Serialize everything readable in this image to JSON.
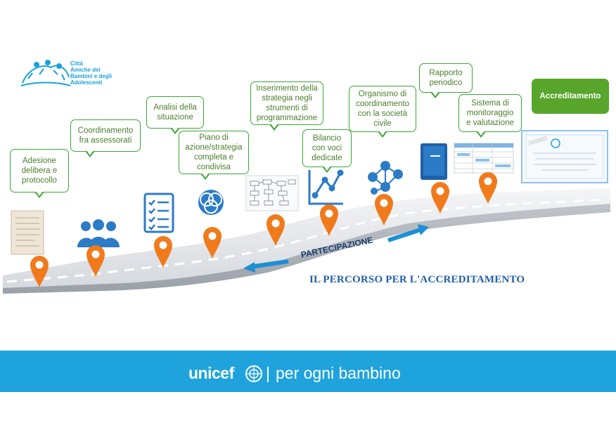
{
  "logo": {
    "text": "Città\nAmiche dei\nBambini e degli\nAdolescenti"
  },
  "steps": [
    {
      "label": "Adesione\ndelibera  e\nprotocollo"
    },
    {
      "label": "Coordinamento\nfra assessorati"
    },
    {
      "label": "Analisi della\nsituazione"
    },
    {
      "label": "Piano di\nazione/strategia\ncompleta e\ncondivisa"
    },
    {
      "label": "Inserimento della\nstrategia negli\nstrumenti di\nprogrammazione"
    },
    {
      "label": "Bilancio\ncon  voci\ndedicate"
    },
    {
      "label": "Organismo di\ncoordinamento\ncon la società\ncivile"
    },
    {
      "label": "Rapporto\nperiodico"
    },
    {
      "label": "Sistema di\nmonitoraggio\ne valutazione"
    }
  ],
  "final_step": {
    "label": "Accreditamento"
  },
  "road_label": "PARTECIPAZIONE",
  "title": "IL PERCORSO PER L'ACCREDITAMENTO",
  "footer": {
    "brand": "unicef",
    "divider": "|",
    "tagline": "per ogni bambino"
  },
  "colors": {
    "callout_border": "#3aa535",
    "callout_text": "#4a7f2c",
    "pin": "#f07a1c",
    "icon_blue": "#2c7bc6",
    "title_blue": "#1f5fa8",
    "footer_bg": "#1fa3dc",
    "final_bg": "#58a52b"
  }
}
